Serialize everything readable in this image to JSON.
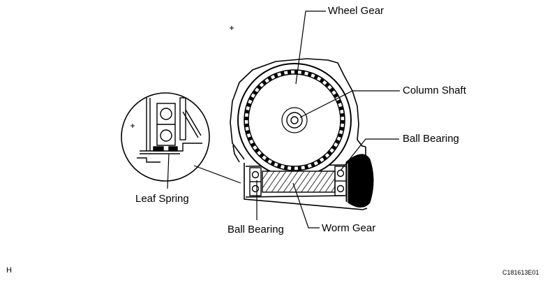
{
  "labels": {
    "wheel_gear": "Wheel Gear",
    "column_shaft": "Column Shaft",
    "ball_bearing_right": "Ball Bearing",
    "leaf_spring": "Leaf Spring",
    "ball_bearing_left": "Ball Bearing",
    "worm_gear": "Worm Gear"
  },
  "corner": {
    "left_code": "H",
    "right_code": "C181613E01"
  }
}
